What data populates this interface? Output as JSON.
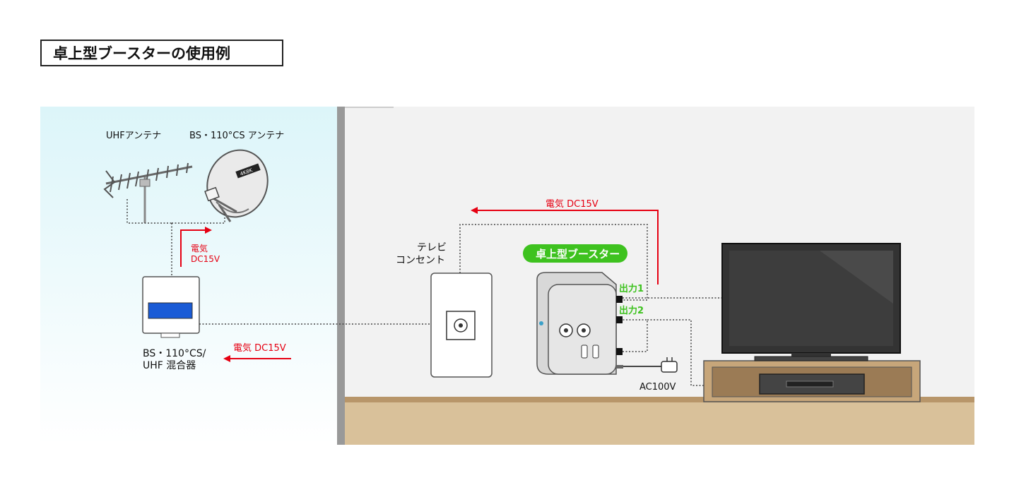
{
  "title": "卓上型ブースターの使用例",
  "labels": {
    "uhf_antenna": "UHFアンテナ",
    "bs_antenna": "BS・110°CS アンテナ",
    "dish_logo": "4K8K",
    "power_up_left_line1": "電気",
    "power_up_left_line2": "DC15V",
    "mixer_line1": "BS・110°CS/",
    "mixer_line2": "UHF 混合器",
    "power_left_bottom": "電気 DC15V",
    "outlet_line1": "テレビ",
    "outlet_line2": "コンセント",
    "power_top": "電気 DC15V",
    "booster_badge": "卓上型ブースター",
    "output1": "出力1",
    "output2": "出力2",
    "ac": "AC100V"
  },
  "colors": {
    "sky": "#e4f8fb",
    "room": "#f2f2f2",
    "wall": "#999999",
    "floor": "#d9c19a",
    "cabinet": "#9b7b55",
    "red": "#e60012",
    "green": "#3ec21f",
    "tv_screen": "#333333"
  }
}
